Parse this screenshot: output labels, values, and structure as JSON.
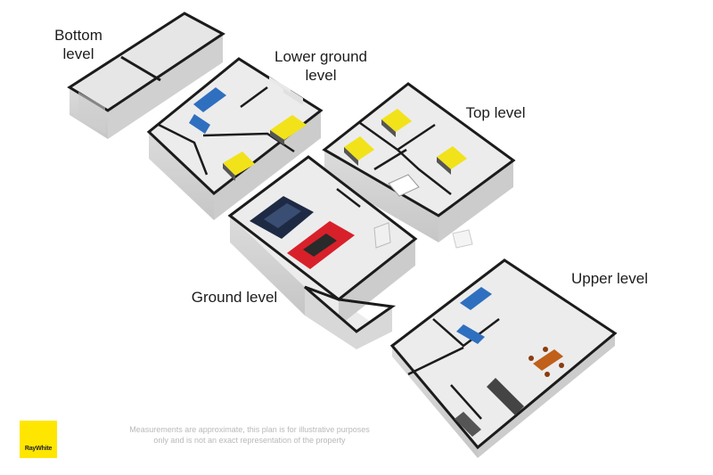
{
  "labels": {
    "bottom_level": "Bottom\nlevel",
    "lower_ground_level": "Lower ground\nlevel",
    "top_level": "Top level",
    "ground_level": "Ground level",
    "upper_level": "Upper level"
  },
  "disclaimer": "Measurements are approximate, this plan is for illustrative purposes only and is not an exact representation of the property",
  "logo_text": "RayWhite",
  "colors": {
    "floor": "#ececec",
    "wall_top": "#1b1b1b",
    "wall_side": "#d4d4d4",
    "sofa": "#2f6fbf",
    "bed_cover": "#f2e21a",
    "bed_base": "#555555",
    "car_red": "#d8202a",
    "car_dark": "#1e2a44",
    "logo_yellow": "#ffe600",
    "dining": "#c0601a"
  }
}
